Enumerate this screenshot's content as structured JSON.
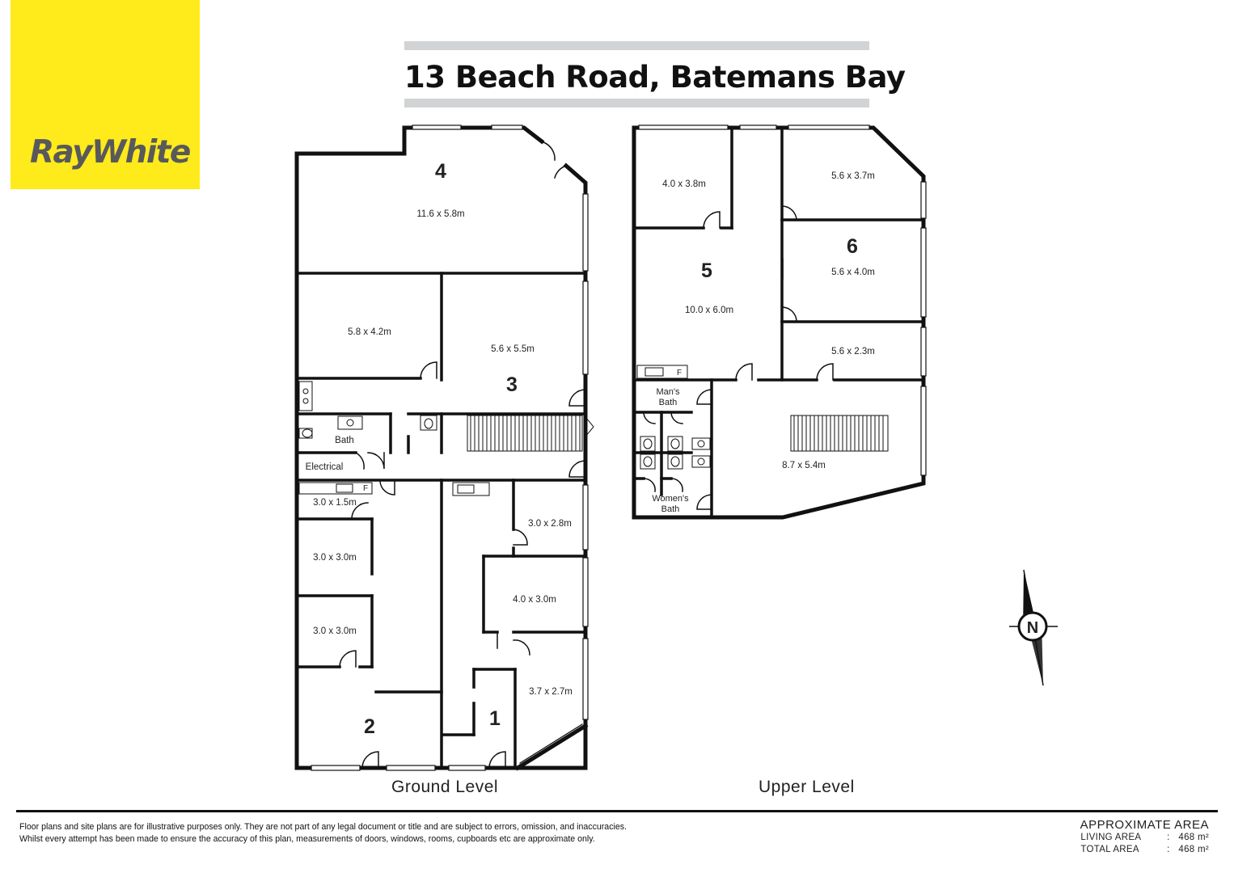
{
  "brand": {
    "logo_text": "RayWhite",
    "logo_color": "#ffea1b",
    "logo_text_color": "#58595b"
  },
  "header": {
    "title": "13 Beach Road, Batemans Bay"
  },
  "rooms": {
    "r4_num": "4",
    "r4_size": "11.6 x 5.8m",
    "r58": "5.8 x 4.2m",
    "r3_num": "3",
    "r3_size": "5.6 x 5.5m",
    "bath": "Bath",
    "electrical": "Electrical",
    "r30_15": "3.0 x 1.5m",
    "r30_30a": "3.0 x 3.0m",
    "r30_30b": "3.0 x 3.0m",
    "r30_28": "3.0 x 2.8m",
    "r40_30": "4.0 x 3.0m",
    "r37_27": "3.7 x 2.7m",
    "r2_num": "2",
    "r1_num": "1",
    "u40_38": "4.0 x 3.8m",
    "u5_num": "5",
    "u5_size": "10.0 x 6.0m",
    "u56_37": "5.6 x 3.7m",
    "u6_num": "6",
    "u56_40": "5.6 x 4.0m",
    "u56_23": "5.6 x 2.3m",
    "mans_bath_1": "Man's",
    "mans_bath_2": "Bath",
    "womens_bath_1": "Women's",
    "womens_bath_2": "Bath",
    "u87_54": "8.7 x 5.4m",
    "fridge": "F",
    "fridge2": "F"
  },
  "compass": {
    "letter": "N"
  },
  "levels": {
    "ground": "Ground Level",
    "upper": "Upper Level"
  },
  "footer": {
    "disclaimer_1": "Floor plans and site plans are for illustrative purposes only. They are not part of any legal document or title and are subject to errors, omission, and inaccuracies.",
    "disclaimer_2": "Whilst every attempt has been made to ensure the accuracy of this plan, measurements of doors, windows, rooms, cupboards etc are approximate only.",
    "area_heading": "APPROXIMATE AREA",
    "living_label": "LIVING  AREA",
    "living_sep": ":",
    "living_value": "468 m²",
    "total_label": "TOTAL AREA",
    "total_sep": ":",
    "total_value": "468 m²"
  }
}
